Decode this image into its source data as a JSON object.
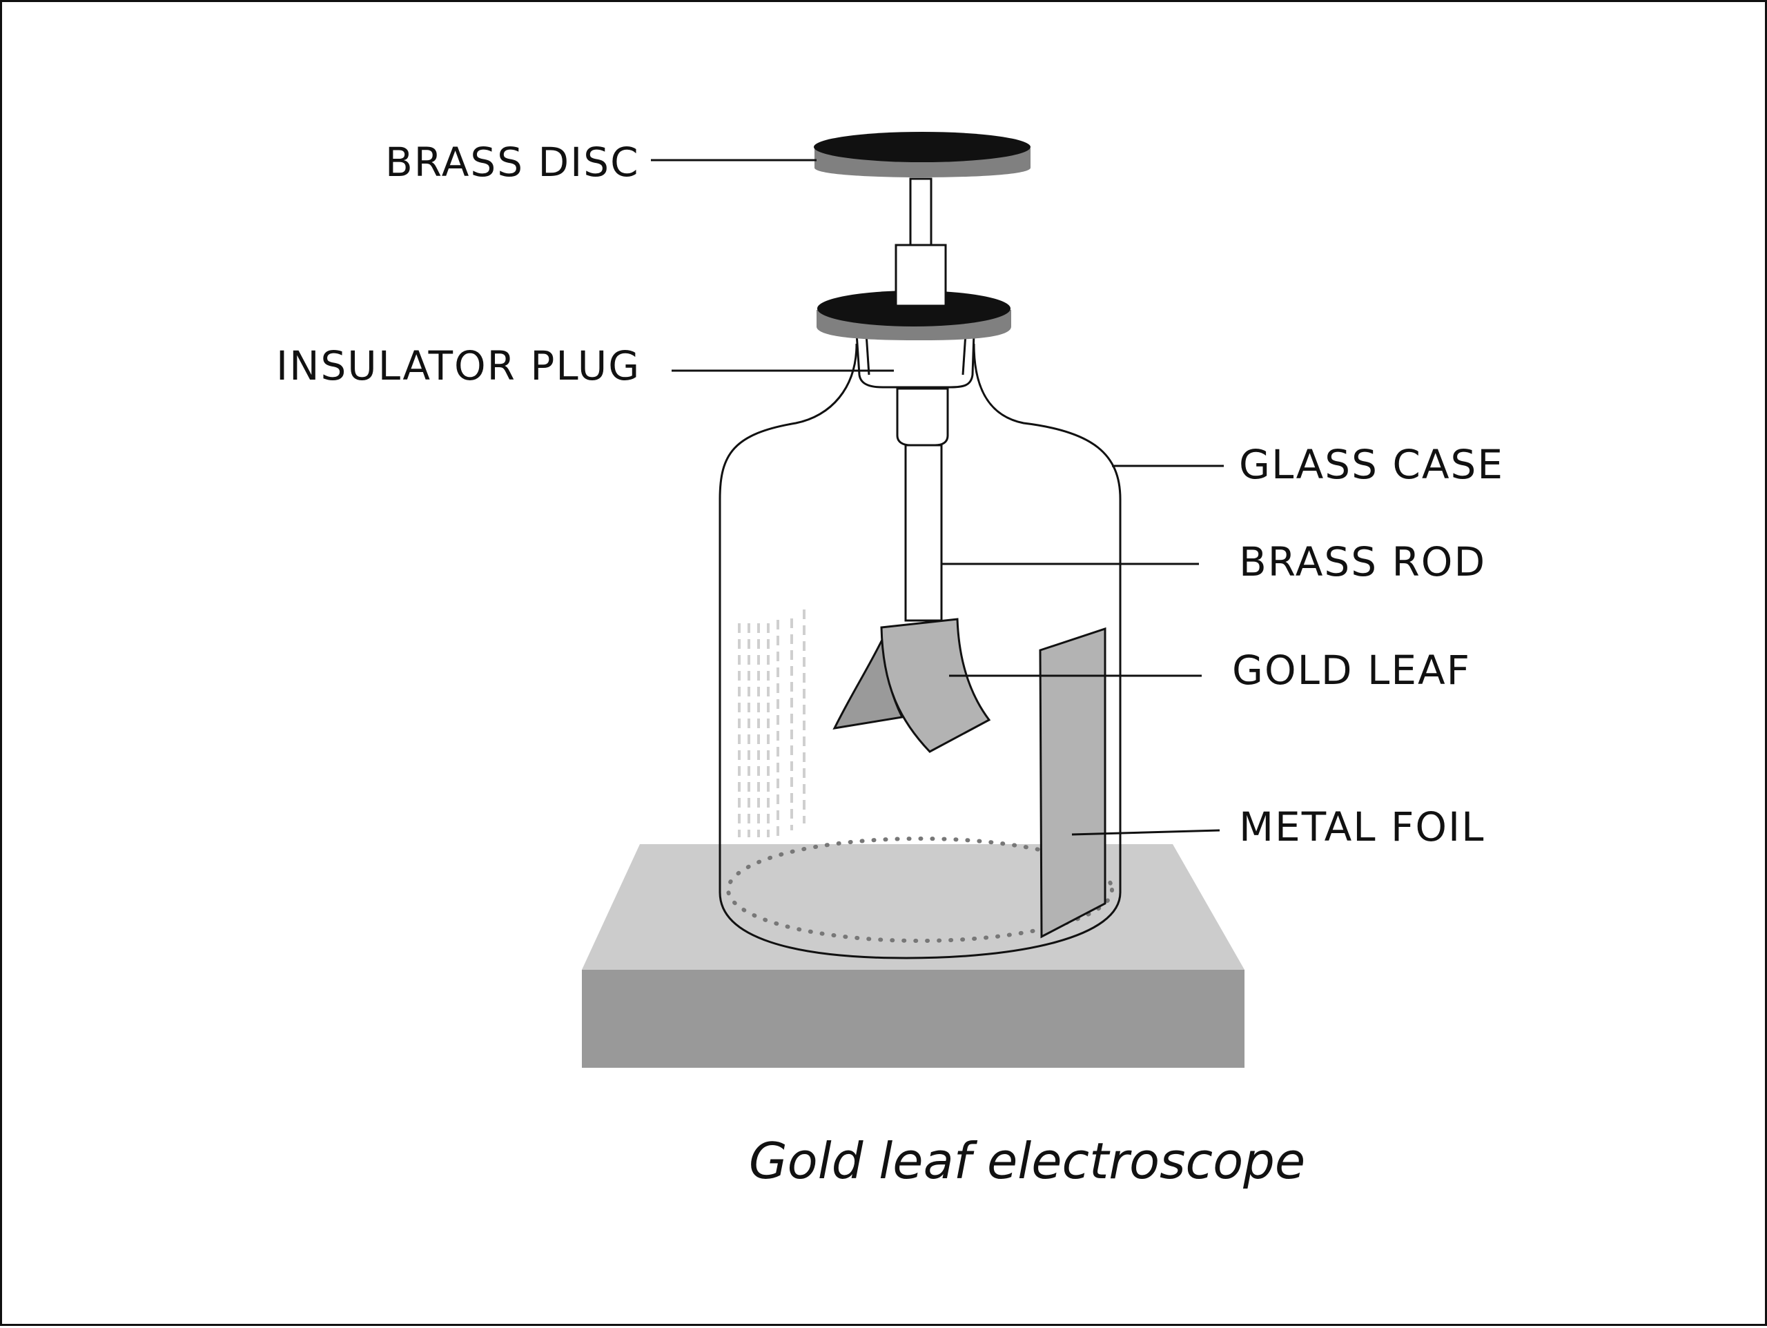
{
  "diagram": {
    "caption": "Gold leaf electroscope",
    "labels": {
      "brass_disc": "BRASS DISC",
      "insulator_plug": "INSULATOR PLUG",
      "glass_case": "GLASS CASE",
      "brass_rod": "BRASS ROD",
      "gold_leaf": "GOLD LEAF",
      "metal_foil": "METAL FOIL"
    },
    "colors": {
      "ink": "#111111",
      "disc_top": "#111111",
      "disc_side": "#808080",
      "leaf": "#b3b3b3",
      "leaf_dark": "#9a9a9a",
      "base_top": "#cccccc",
      "base_front": "#999999",
      "dots": "#777777",
      "reflection": "#cfcfcf"
    }
  }
}
